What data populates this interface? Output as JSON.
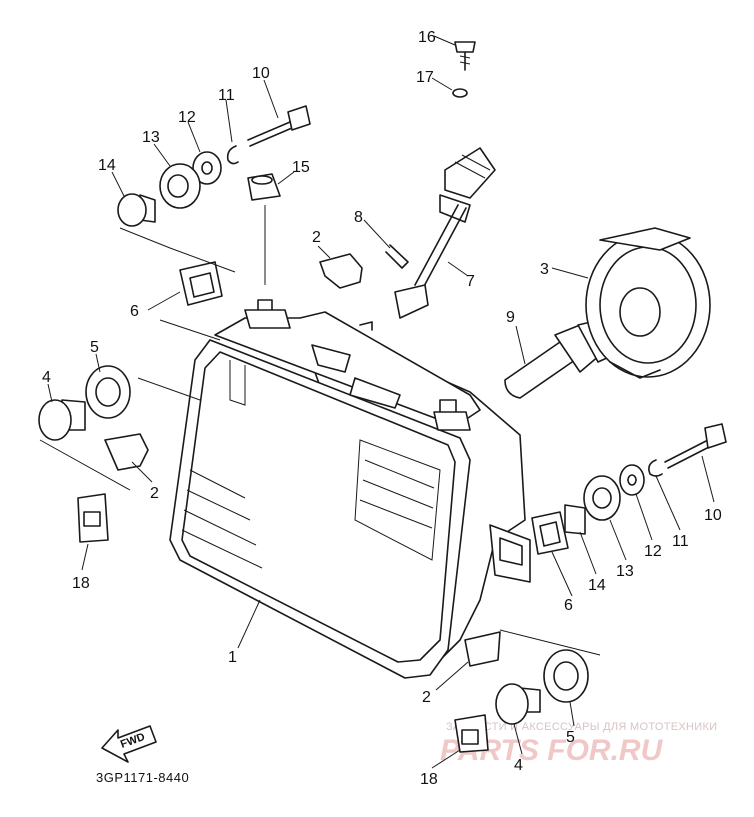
{
  "diagram": {
    "part_code": "3GP1171-8440",
    "fwd_label": "FWD",
    "watermark": {
      "caption": "ЗАПЧАСТИ И АКСЕССУАРЫ ДЛЯ МОТОТЕХНИКИ",
      "brand": "PARTS FOR.RU"
    },
    "callouts": [
      {
        "id": "c16",
        "text": "16"
      },
      {
        "id": "c17",
        "text": "17"
      },
      {
        "id": "c10a",
        "text": "10"
      },
      {
        "id": "c11a",
        "text": "11"
      },
      {
        "id": "c12a",
        "text": "12"
      },
      {
        "id": "c13a",
        "text": "13"
      },
      {
        "id": "c14a",
        "text": "14"
      },
      {
        "id": "c15",
        "text": "15"
      },
      {
        "id": "c8",
        "text": "8"
      },
      {
        "id": "c2a",
        "text": "2"
      },
      {
        "id": "c7",
        "text": "7"
      },
      {
        "id": "c3",
        "text": "3"
      },
      {
        "id": "c6a",
        "text": "6"
      },
      {
        "id": "c9",
        "text": "9"
      },
      {
        "id": "c5a",
        "text": "5"
      },
      {
        "id": "c4a",
        "text": "4"
      },
      {
        "id": "c2b",
        "text": "2"
      },
      {
        "id": "c18a",
        "text": "18"
      },
      {
        "id": "c1",
        "text": "1"
      },
      {
        "id": "c10b",
        "text": "10"
      },
      {
        "id": "c11b",
        "text": "11"
      },
      {
        "id": "c12b",
        "text": "12"
      },
      {
        "id": "c13b",
        "text": "13"
      },
      {
        "id": "c14b",
        "text": "14"
      },
      {
        "id": "c6b",
        "text": "6"
      },
      {
        "id": "c2c",
        "text": "2"
      },
      {
        "id": "c5b",
        "text": "5"
      },
      {
        "id": "c4b",
        "text": "4"
      },
      {
        "id": "c18b",
        "text": "18"
      }
    ]
  }
}
